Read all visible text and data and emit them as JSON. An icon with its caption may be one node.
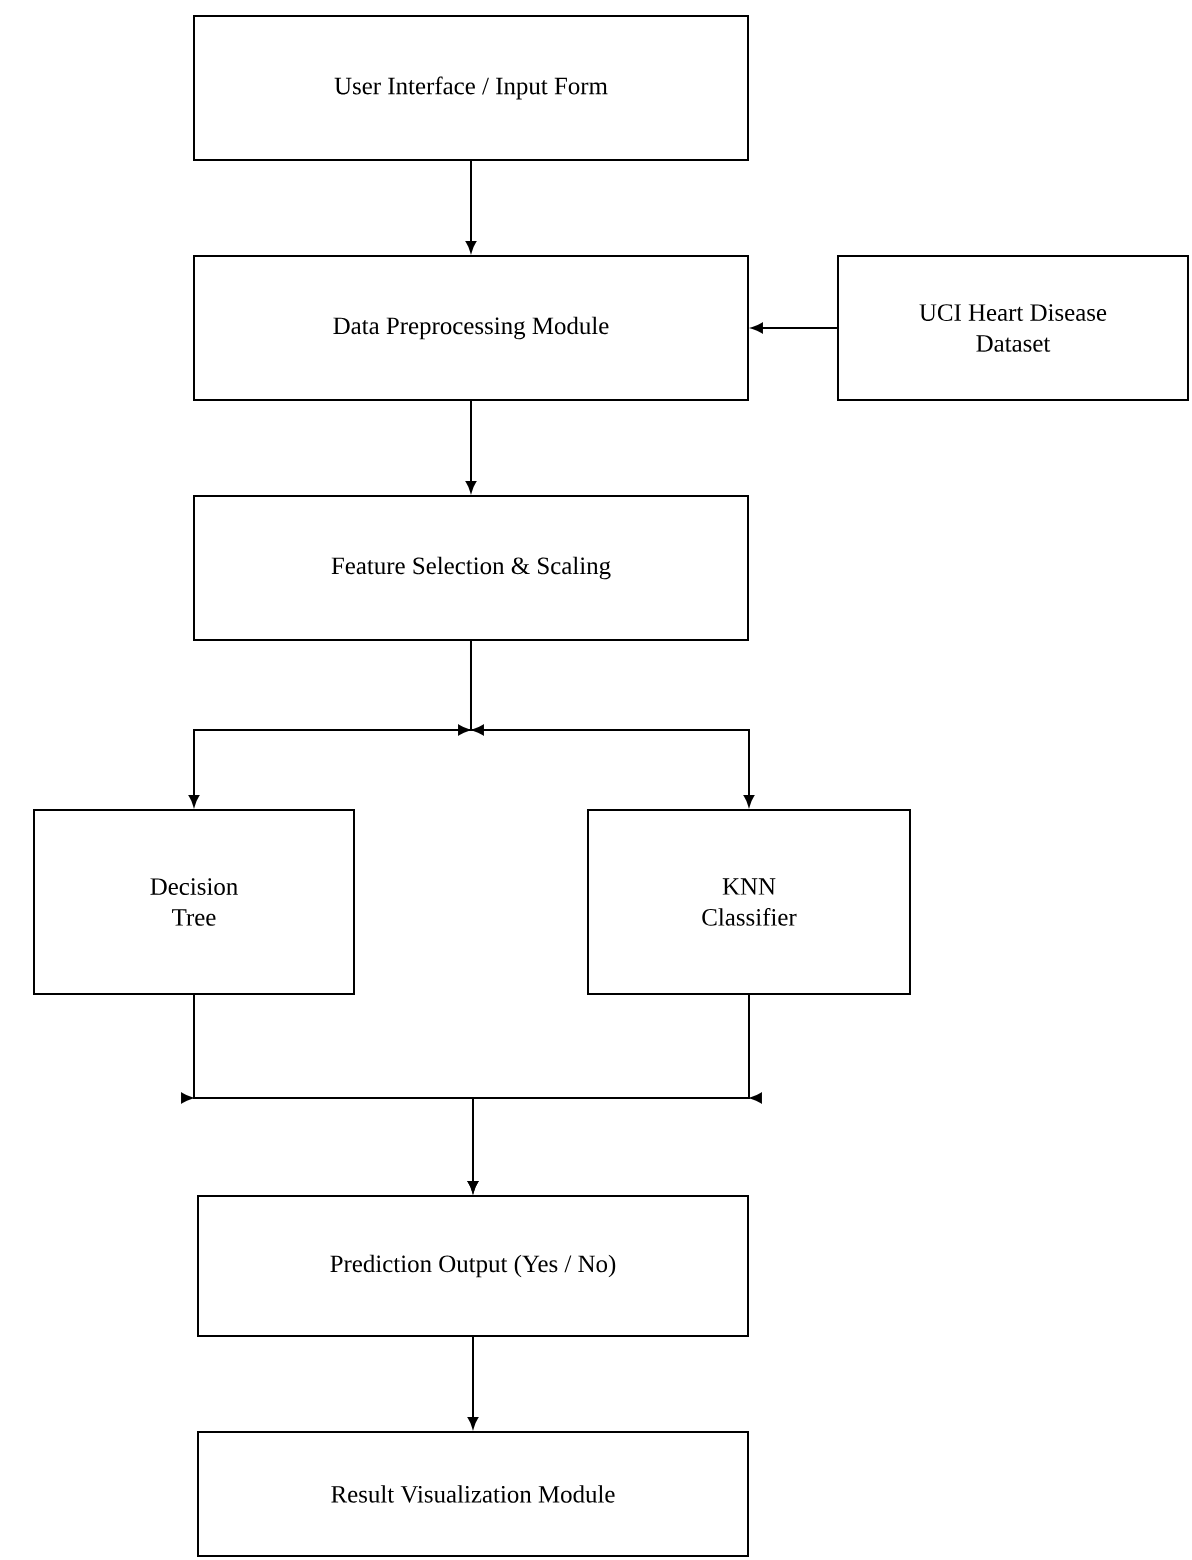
{
  "diagram": {
    "nodes": [
      {
        "text": [
          "User Interface / Input Form"
        ]
      },
      {
        "text": [
          "Data Preprocessing Module"
        ]
      },
      {
        "text": [
          "UCI Heart Disease Dataset"
        ]
      },
      {
        "text": [
          "Feature Selection & Scaling"
        ]
      },
      {
        "text": [
          "Decision Tree"
        ]
      },
      {
        "text": [
          "KNN Classifier"
        ]
      },
      {
        "text": [
          "Prediction Output (Yes / No)"
        ]
      },
      {
        "text": [
          "Result Visualization Module"
        ]
      }
    ],
    "edges": [
      {
        "from": 0,
        "to": 1,
        "arrow": "to"
      },
      {
        "from": 2,
        "to": 1,
        "arrow": "to"
      },
      {
        "from": 1,
        "to": 3,
        "arrow": "to"
      },
      {
        "from": 3,
        "to": 4,
        "arrow": "to"
      },
      {
        "from": 3,
        "to": 5,
        "arrow": "to"
      },
      {
        "from": 4,
        "to": 6,
        "arrow": "to"
      },
      {
        "from": 5,
        "to": 6,
        "arrow": "to"
      },
      {
        "from": 6,
        "to": 7,
        "arrow": "to"
      }
    ]
  }
}
